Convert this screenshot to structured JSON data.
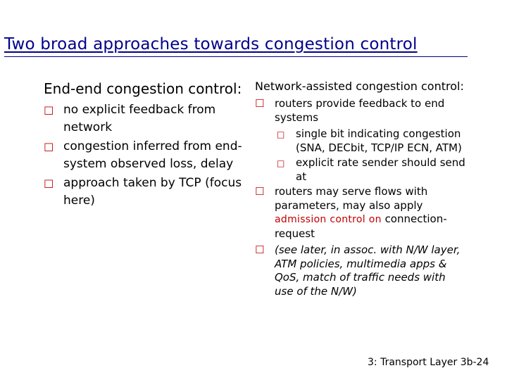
{
  "slide": {
    "title": "Two broad approaches towards congestion control",
    "footer": "3: Transport Layer 3b-24"
  },
  "left": {
    "heading": "End-end congestion control:",
    "bullets": [
      "no explicit feedback from network",
      "congestion inferred from end-system observed loss, delay",
      "approach taken by TCP (focus here)"
    ]
  },
  "right": {
    "heading": "Network-assisted congestion control:",
    "bullet1": "routers provide feedback to end systems",
    "sub1": "single bit indicating congestion (SNA, DECbit, TCP/IP ECN, ATM)",
    "sub2": "explicit rate sender should send at",
    "bullet2_pre": "routers may serve flows with parameters, may also apply",
    "bullet2_red": "admission control on",
    "bullet2_post": "connection-request",
    "bullet3": "(see later, in assoc. with N/W layer, ATM policies, multimedia apps & QoS, match of traffic needs with use of the N/W)"
  },
  "icons": {
    "bullet": "red-bullet-icon",
    "sub_bullet": "red-sub-bullet-icon"
  },
  "colors": {
    "title": "#00008b",
    "bullet": "#c00000",
    "highlight": "#c00000"
  }
}
